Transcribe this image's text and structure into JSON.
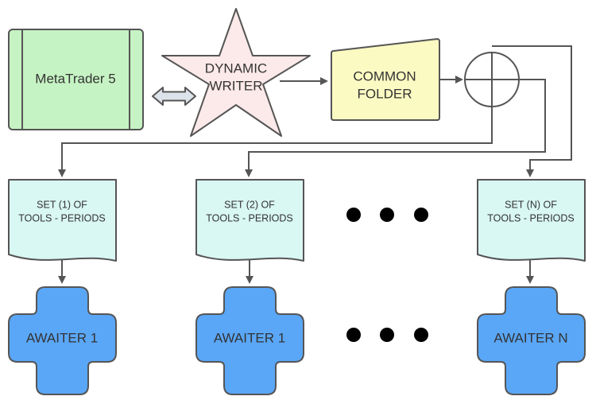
{
  "nodes": {
    "metatrader": {
      "label": "MetaTrader 5",
      "color": "#c6f3c3"
    },
    "dynamic_writer": {
      "line1": "DYNAMIC",
      "line2": "WRITER",
      "color": "#fce9e9"
    },
    "common_folder": {
      "line1": "COMMON",
      "line2": "FOLDER",
      "color": "#fbfac2"
    },
    "sets": [
      {
        "line1": "SET (1) OF",
        "line2": "TOOLS - PERIODS"
      },
      {
        "line1": "SET (2) OF",
        "line2": "TOOLS - PERIODS"
      },
      {
        "line1": "SET (N) OF",
        "line2": "TOOLS - PERIODS"
      }
    ],
    "awaiters": [
      {
        "label": "AWAITER 1"
      },
      {
        "label": "AWAITER 1"
      },
      {
        "label": "AWAITER N"
      }
    ],
    "set_color": "#d9f7f3",
    "awaiter_color": "#5aa7f8"
  },
  "edges": [
    {
      "from": "metatrader",
      "to": "dynamic_writer",
      "style": "bidirectional"
    },
    {
      "from": "dynamic_writer",
      "to": "common_folder",
      "style": "arrow"
    },
    {
      "from": "common_folder",
      "to": "merge",
      "style": "arrow"
    },
    {
      "from": "merge",
      "to": "set-1",
      "style": "arrow"
    },
    {
      "from": "merge",
      "to": "set-2",
      "style": "arrow"
    },
    {
      "from": "merge",
      "to": "set-n",
      "style": "arrow"
    },
    {
      "from": "set-1",
      "to": "awaiter-1",
      "style": "arrow"
    },
    {
      "from": "set-2",
      "to": "awaiter-2",
      "style": "arrow"
    },
    {
      "from": "set-n",
      "to": "awaiter-n",
      "style": "arrow"
    }
  ],
  "icons": {
    "merge": "summing-junction-icon",
    "ellipsis": "ellipsis-dots-icon"
  }
}
